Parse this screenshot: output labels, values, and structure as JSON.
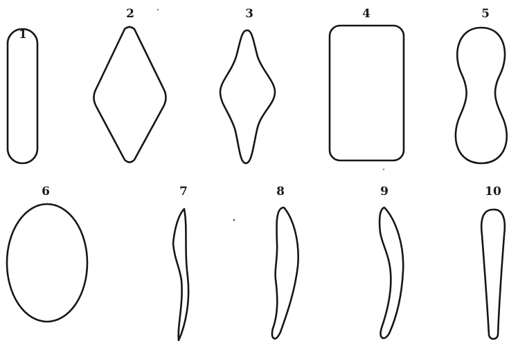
{
  "figures": [
    {
      "number": "1",
      "shape": "rounded-rod"
    },
    {
      "number": "2",
      "shape": "rhombus"
    },
    {
      "number": "3",
      "shape": "lanceolate-rhombus"
    },
    {
      "number": "4",
      "shape": "rounded-rectangle"
    },
    {
      "number": "5",
      "shape": "constricted-waisted"
    },
    {
      "number": "6",
      "shape": "ellipse"
    },
    {
      "number": "7",
      "shape": "curved-needle"
    },
    {
      "number": "8",
      "shape": "bent-crescent"
    },
    {
      "number": "9",
      "shape": "bent-crescent-narrow"
    },
    {
      "number": "10",
      "shape": "club"
    }
  ],
  "colors": {
    "ink": "#161616",
    "background": "#ffffff"
  }
}
